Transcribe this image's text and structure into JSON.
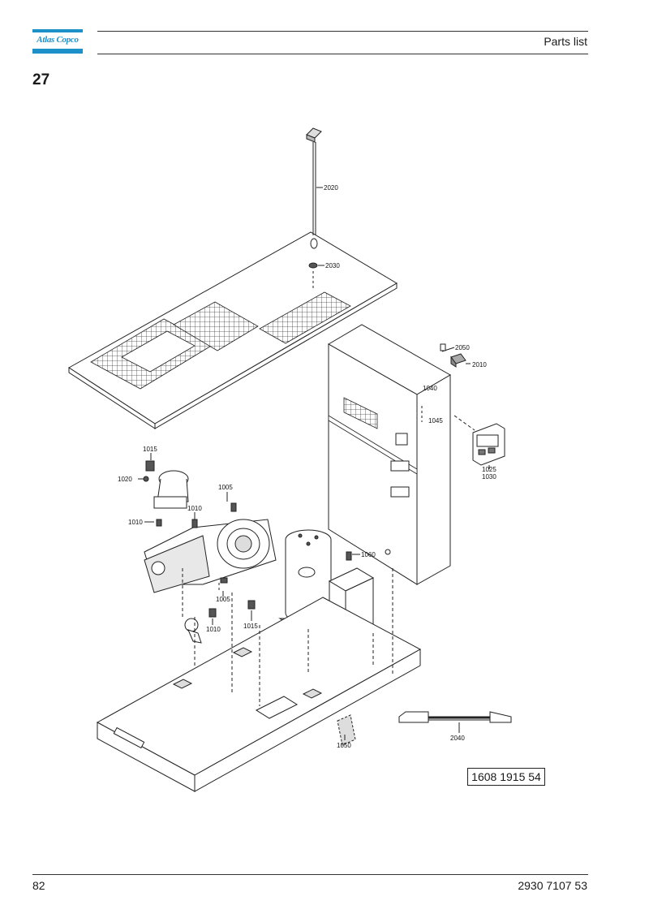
{
  "header": {
    "logo_text": "Atlas Copco",
    "title": "Parts list"
  },
  "section_number": "27",
  "callouts": {
    "c2020": "2020",
    "c2030": "2030",
    "c2050": "2050",
    "c2010": "2010",
    "c1040": "1040",
    "c1045": "1045",
    "c1025": "1025",
    "c1030": "1030",
    "c1015a": "1015",
    "c1020": "1020",
    "c1005a": "1005",
    "c1010a": "1010",
    "c1010b": "1010",
    "c1060": "1060",
    "c1005b": "1005",
    "c1010c": "1010",
    "c1015b": "1015",
    "c1050": "1050",
    "c2040": "2040"
  },
  "drawing_number": "1608 1915 54",
  "footer": {
    "page_number": "82",
    "document_number": "2930 7107 53"
  },
  "colors": {
    "brand": "#1d8fc9",
    "line": "#333333"
  }
}
